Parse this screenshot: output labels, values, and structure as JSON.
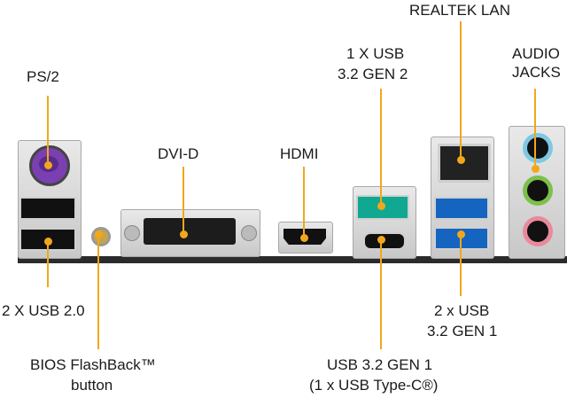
{
  "labels": {
    "ps2": "PS/2",
    "usb20": "2 X USB 2.0",
    "bios_line1": "BIOS FlashBack™",
    "bios_line2": "button",
    "dvid": "DVI-D",
    "hdmi": "HDMI",
    "usb32gen2_line1": "1 X USB",
    "usb32gen2_line2": "3.2 GEN 2",
    "typec_line1": "USB 3.2 GEN 1",
    "typec_line2": "(1 x USB Type-C®)",
    "lan": "REALTEK LAN",
    "audio_line1": "AUDIO",
    "audio_line2": "JACKS",
    "usb32gen1_line1": "2 x USB",
    "usb32gen1_line2": "3.2 GEN 1"
  },
  "colors": {
    "leader": "#f2a71b",
    "ps2_port": "#7a3fb0",
    "usb3": "#1565c0",
    "usb_gen2": "#10a890",
    "audio_blue": "#7ec8e3",
    "audio_green": "#7cc04a",
    "audio_pink": "#e88a9a"
  }
}
